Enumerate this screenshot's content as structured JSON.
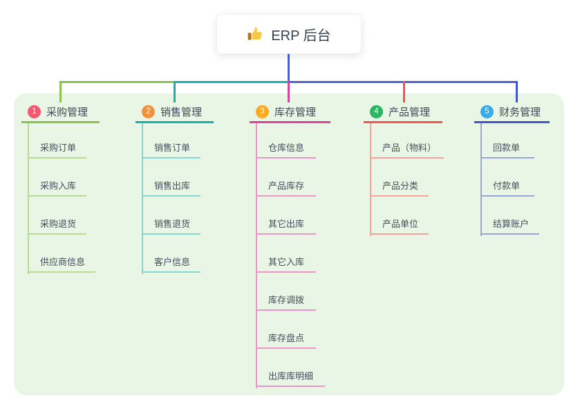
{
  "root": {
    "label": "ERP 后台",
    "icon": "thumbs-up-icon"
  },
  "branches": [
    {
      "num": "1",
      "label": "采购管理",
      "color": "#8bc34a",
      "badge_color": "#f4586e",
      "line_light": "#b7db91",
      "children": [
        "采购订单",
        "采购入库",
        "采购退货",
        "供应商信息"
      ]
    },
    {
      "num": "2",
      "label": "销售管理",
      "color": "#12b3aa",
      "badge_color": "#f2913c",
      "line_light": "#83d8d2",
      "children": [
        "销售订单",
        "销售出库",
        "销售退货",
        "客户信息"
      ]
    },
    {
      "num": "3",
      "label": "库存管理",
      "color": "#d8429d",
      "badge_color": "#fba91f",
      "line_light": "#ef94c9",
      "children": [
        "仓库信息",
        "产品库存",
        "其它出库",
        "其它入库",
        "库存调拨",
        "库存盘点",
        "出库库明细"
      ]
    },
    {
      "num": "4",
      "label": "产品管理",
      "color": "#f5544d",
      "badge_color": "#2db566",
      "line_light": "#f9a29c",
      "children": [
        "产品（物料）",
        "产品分类",
        "产品单位"
      ]
    },
    {
      "num": "5",
      "label": "财务管理",
      "color": "#3f55c8",
      "badge_color": "#38ace8",
      "line_light": "#96a5de",
      "children": [
        "回款单",
        "付款单",
        "结算账户"
      ]
    }
  ],
  "colors": {
    "root_connector": "#4f5ed0",
    "panel_background": "#eaf6e5",
    "card_background": "#ffffff"
  }
}
